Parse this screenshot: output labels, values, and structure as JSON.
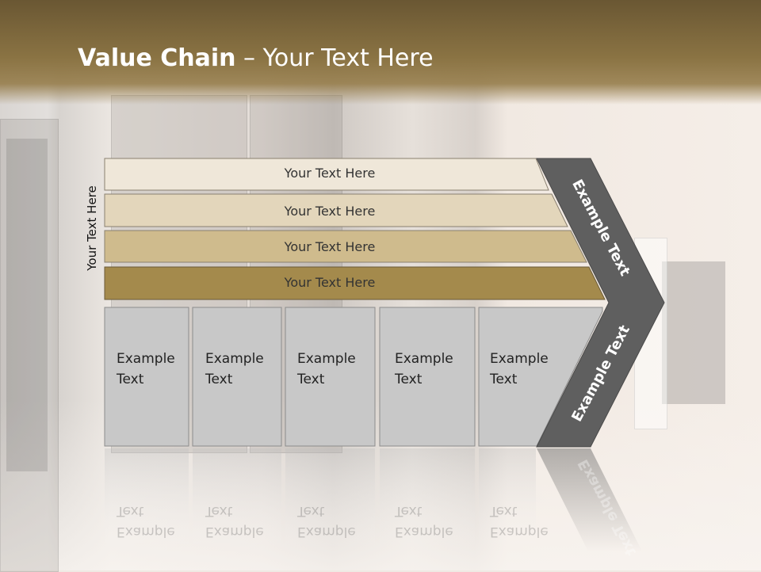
{
  "slide": {
    "title_bold": "Value Chain",
    "title_rest": " – Your Text Here",
    "side_label": "Your Text Here"
  },
  "bands": [
    {
      "label": "Your Text Here",
      "color": "#efe7d9"
    },
    {
      "label": "Your Text Here",
      "color": "#e3d6bb"
    },
    {
      "label": "Your Text Here",
      "color": "#cfbb8d"
    },
    {
      "label": "Your Text Here",
      "color": "#a48a4c"
    }
  ],
  "boxes": [
    {
      "line1": "Example",
      "line2": "Text"
    },
    {
      "line1": "Example",
      "line2": "Text"
    },
    {
      "line1": "Example",
      "line2": "Text"
    },
    {
      "line1": "Example",
      "line2": "Text"
    },
    {
      "line1": "Example",
      "line2": "Text"
    }
  ],
  "chevron": {
    "upper_label": "Example Text",
    "lower_label": "Example Text",
    "color": "#5f5f5f"
  },
  "colors": {
    "box_fill": "#c8c8c8",
    "header": "#7a653a"
  }
}
